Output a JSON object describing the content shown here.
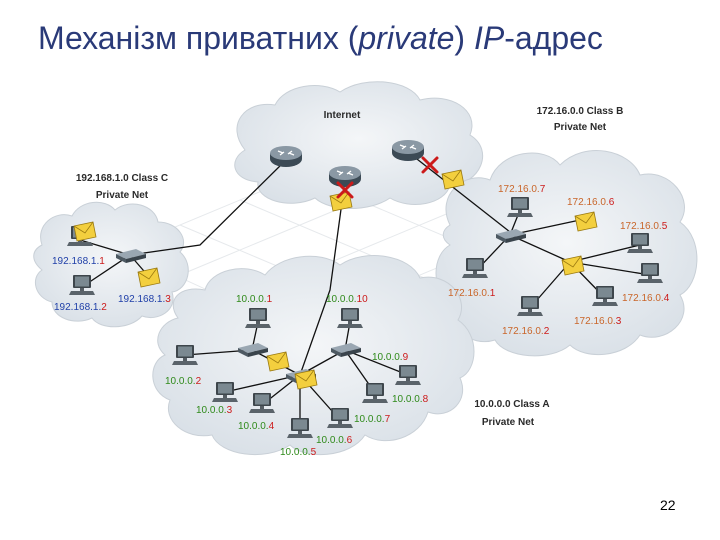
{
  "slide": {
    "title_pre": "Механізм приватних (",
    "title_italic1": "private",
    "title_mid": ") ",
    "title_italic2": "IP",
    "title_post": "-адрес",
    "page_number": "22"
  },
  "clouds": {
    "internet": {
      "label": "Internet"
    },
    "class_b": {
      "label_line1": "172.16.0.0 Class B",
      "label_line2": "Private Net"
    },
    "class_c": {
      "label_line1": "192.168.1.0 Class C",
      "label_line2": "Private Net"
    },
    "class_a": {
      "label_line1": "10.0.0.0 Class A",
      "label_line2": "Private Net"
    }
  },
  "hosts": {
    "c1": {
      "prefix": "192.168.1.",
      "suffix": "1"
    },
    "c2": {
      "prefix": "192.168.1.",
      "suffix": "2"
    },
    "c3": {
      "prefix": "192.168.1.",
      "suffix": "3"
    },
    "b1": {
      "prefix": "172.16.0.",
      "suffix": "1"
    },
    "b2": {
      "prefix": "172.16.0.",
      "suffix": "2"
    },
    "b3": {
      "prefix": "172.16.0.",
      "suffix": "3"
    },
    "b4": {
      "prefix": "172.16.0.",
      "suffix": "4"
    },
    "b5": {
      "prefix": "172.16.0.",
      "suffix": "5"
    },
    "b6": {
      "prefix": "172.16.0.",
      "suffix": "6"
    },
    "b7": {
      "prefix": "172.16.0.",
      "suffix": "7"
    },
    "a1": {
      "prefix": "10.0.0.",
      "suffix": "1"
    },
    "a2": {
      "prefix": "10.0.0.",
      "suffix": "2"
    },
    "a3": {
      "prefix": "10.0.0.",
      "suffix": "3"
    },
    "a4": {
      "prefix": "10.0.0.",
      "suffix": "4"
    },
    "a5": {
      "prefix": "10.0.0.",
      "suffix": "5"
    },
    "a6": {
      "prefix": "10.0.0.",
      "suffix": "6"
    },
    "a7": {
      "prefix": "10.0.0.",
      "suffix": "7"
    },
    "a8": {
      "prefix": "10.0.0.",
      "suffix": "8"
    },
    "a9": {
      "prefix": "10.0.0.",
      "suffix": "9"
    },
    "a10": {
      "prefix": "10.0.0.",
      "suffix": "10"
    }
  },
  "colors": {
    "title": "#2a3a78",
    "cloud_fill": "#e4e9ee",
    "class_c_prefix": "#1f3fa8",
    "class_b_prefix": "#c9662a",
    "class_a_prefix": "#2f8a1a",
    "host_suffix": "#cc1a1a",
    "blocked_mark": "#cc1a1a"
  },
  "icons": [
    "router-icon",
    "switch-icon",
    "computer-icon",
    "envelope-icon",
    "blocked-x-icon"
  ]
}
